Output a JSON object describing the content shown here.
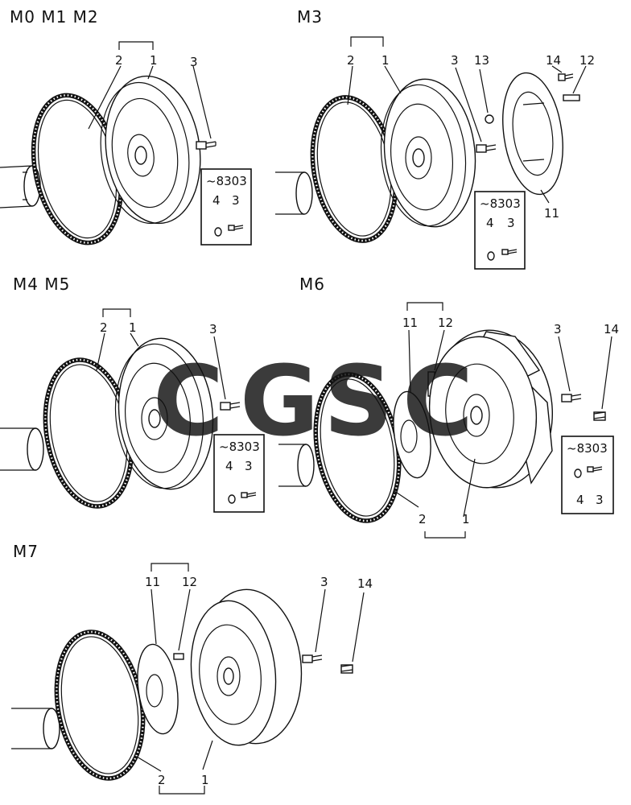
{
  "sections": [
    {
      "id": "m0",
      "title": "M0 M1 M2",
      "labels": {
        "ring_gear": "2",
        "flywheel": "1",
        "bolt": "3"
      },
      "inset": {
        "title": "~8303",
        "washer": "4",
        "bolt": "3"
      }
    },
    {
      "id": "m3",
      "title": "M3",
      "labels": {
        "ring_gear": "2",
        "flywheel": "1",
        "bolt": "3",
        "nut": "13",
        "small_bolt": "14",
        "pin": "12",
        "hub": "11"
      },
      "inset": {
        "title": "~8303",
        "washer": "4",
        "bolt": "3"
      }
    },
    {
      "id": "m4",
      "title": "M4 M5",
      "labels": {
        "ring_gear": "2",
        "flywheel": "1",
        "bolt": "3"
      },
      "inset": {
        "title": "~8303",
        "washer": "4",
        "bolt": "3"
      }
    },
    {
      "id": "m6",
      "title": "M6",
      "labels": {
        "hub": "11",
        "pin": "12",
        "bolt": "3",
        "small_bolt": "14",
        "ring_gear": "2",
        "flywheel": "1"
      },
      "inset": {
        "title": "~8303",
        "washer": "4",
        "bolt": "3"
      }
    },
    {
      "id": "m7",
      "title": "M7",
      "labels": {
        "hub": "11",
        "pin": "12",
        "bolt": "3",
        "small_bolt": "14",
        "ring_gear": "2",
        "flywheel": "1"
      }
    }
  ],
  "watermark": {
    "letters": [
      "C",
      "G",
      "S",
      "C"
    ],
    "colors": [
      "#4a8ef0",
      "#f07a6e",
      "#f5d04a",
      "#3aaa6e"
    ]
  }
}
